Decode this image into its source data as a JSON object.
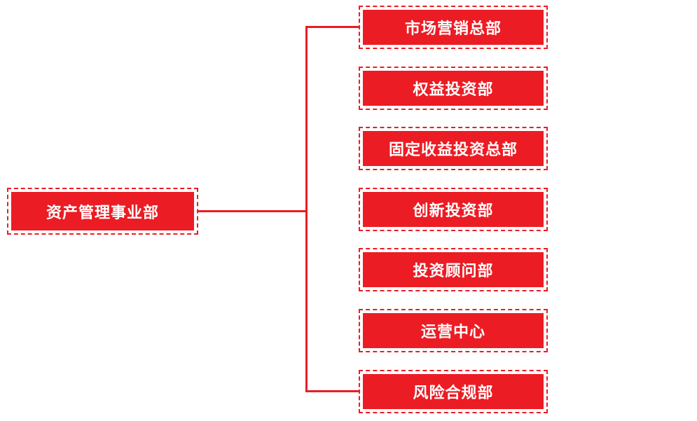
{
  "chart_data": {
    "type": "org-chart",
    "title": "",
    "root": {
      "label": "资产管理事业部"
    },
    "children": [
      {
        "label": "市场营销总部"
      },
      {
        "label": "权益投资部"
      },
      {
        "label": "固定收益投资总部"
      },
      {
        "label": "创新投资部"
      },
      {
        "label": "投资顾问部"
      },
      {
        "label": "运营中心"
      },
      {
        "label": "风险合规部"
      }
    ]
  },
  "root": {
    "label": "资产管理事业部"
  },
  "children": [
    {
      "label": "市场营销总部"
    },
    {
      "label": "权益投资部"
    },
    {
      "label": "固定收益投资总部"
    },
    {
      "label": "创新投资部"
    },
    {
      "label": "投资顾问部"
    },
    {
      "label": "运营中心"
    },
    {
      "label": "风险合规部"
    }
  ],
  "colors": {
    "primary": "#ec1c24",
    "node_text": "#ffffff",
    "background": "#ffffff"
  }
}
